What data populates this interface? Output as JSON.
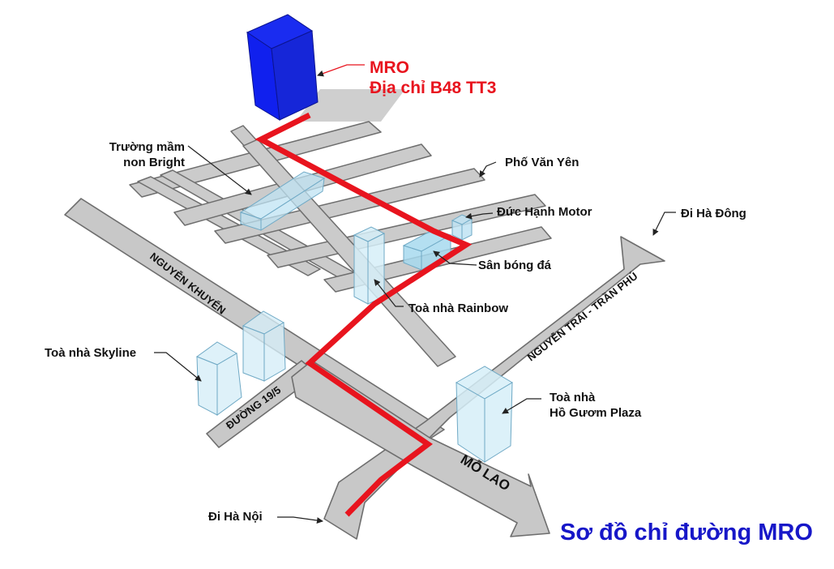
{
  "colors": {
    "route": "#e8141e",
    "road": "#c8c8c8",
    "road_edge": "#6e6e6e",
    "mro_building": "#1020ee",
    "glass": "#bfe3f3",
    "title": "#1717c8"
  },
  "mro": {
    "name": "MRO",
    "address": "Địa chỉ B48 TT3"
  },
  "labels": {
    "kindergarten": [
      "Trường mầm",
      "non Bright"
    ],
    "van_yen": "Phố Văn Yên",
    "duc_hanh": "Đức Hạnh Motor",
    "ha_dong": "Đi Hà Đông",
    "stadium": "Sân bóng đá",
    "rainbow": "Toà nhà Rainbow",
    "skyline": "Toà nhà Skyline",
    "plaza": [
      "Toà nhà",
      "Hồ Gươm Plaza"
    ],
    "ha_noi": "Đi Hà Nội"
  },
  "roads": {
    "nguyen_khuyen": "NGUYỄN KHUYẾN",
    "duong_19_5": "ĐƯỜNG 19/5",
    "nguyen_trai": "NGUYỄN TRÃI - TRẦN PHÚ",
    "mo_lao": "MỖ LAO"
  },
  "title": "Sơ đồ chỉ đường MRO"
}
